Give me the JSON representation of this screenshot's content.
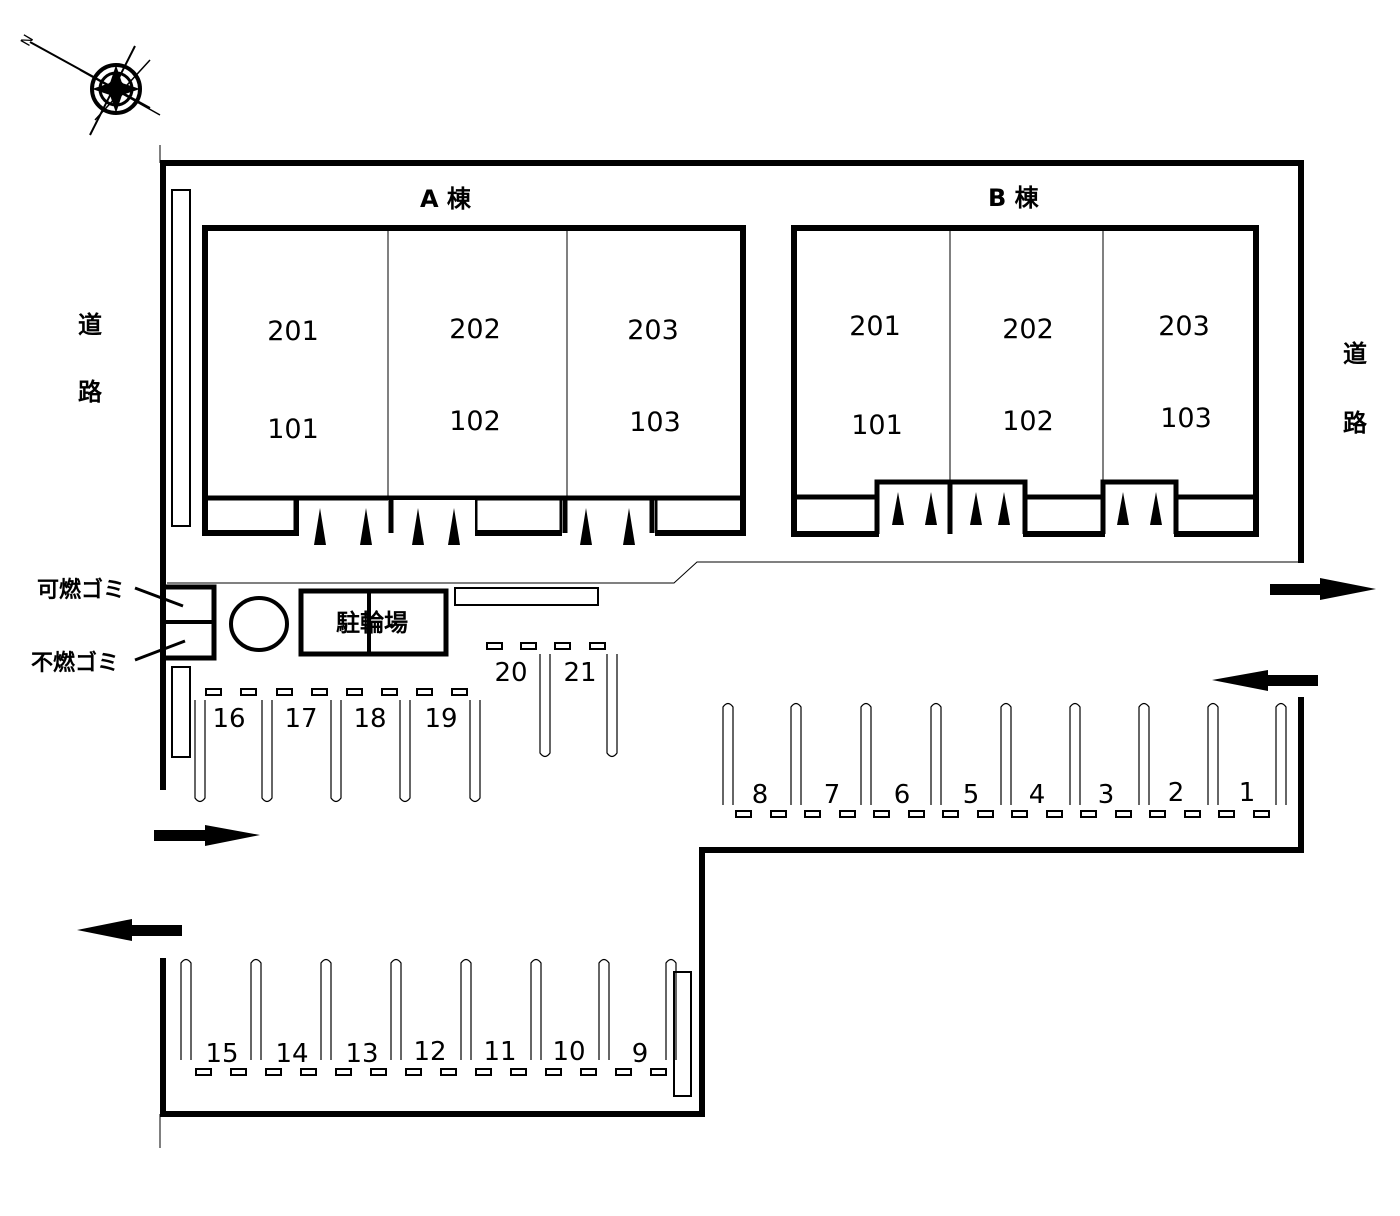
{
  "compass": {
    "north_label": "N"
  },
  "roads": {
    "left": [
      "道",
      "路"
    ],
    "right": [
      "道",
      "路"
    ]
  },
  "building_a": {
    "label": "A 棟",
    "rooms": [
      {
        "upper": "201",
        "lower": "101"
      },
      {
        "upper": "202",
        "lower": "102"
      },
      {
        "upper": "203",
        "lower": "103"
      }
    ]
  },
  "building_b": {
    "label": "B 棟",
    "rooms": [
      {
        "upper": "201",
        "lower": "101"
      },
      {
        "upper": "202",
        "lower": "102"
      },
      {
        "upper": "203",
        "lower": "103"
      }
    ]
  },
  "facilities": {
    "burnable_garbage": "可燃ゴミ",
    "nonburnable_garbage": "不燃ゴミ",
    "bicycle_parking": "駐輪場"
  },
  "parking": {
    "row_upper_left": [
      "16",
      "17",
      "18",
      "19"
    ],
    "row_middle": [
      "20",
      "21"
    ],
    "row_right": [
      "8",
      "7",
      "6",
      "5",
      "4",
      "3",
      "2",
      "1"
    ],
    "row_bottom": [
      "15",
      "14",
      "13",
      "12",
      "11",
      "10",
      "9"
    ]
  }
}
